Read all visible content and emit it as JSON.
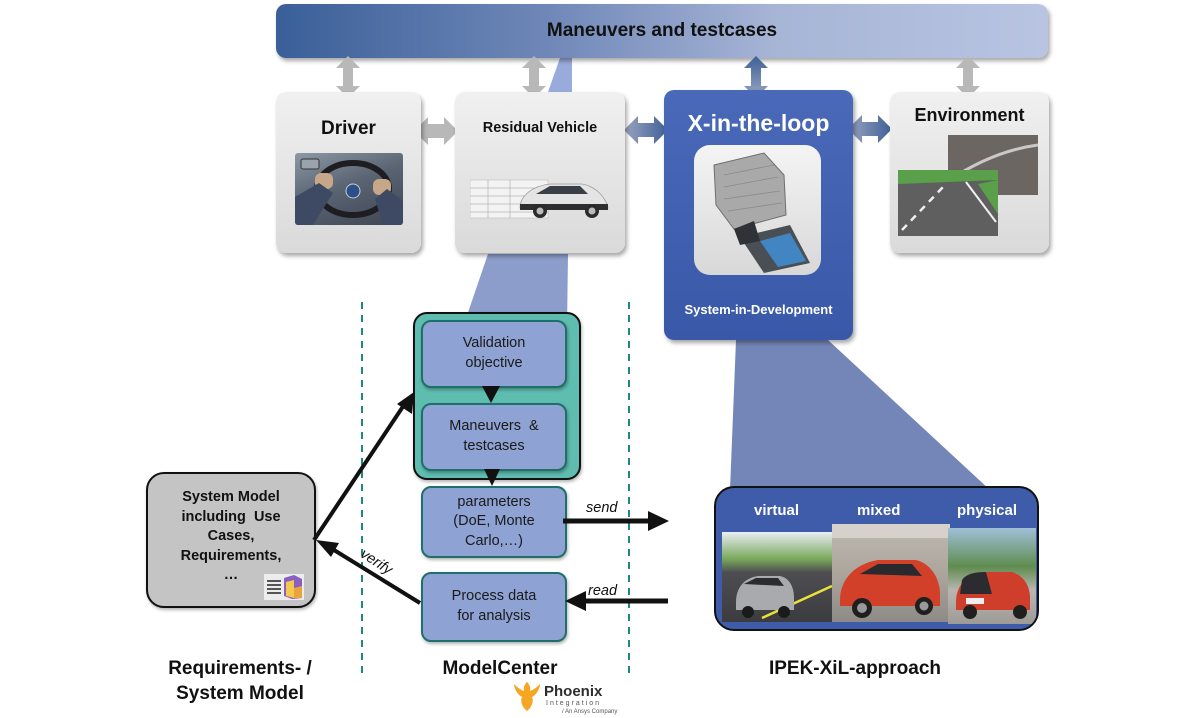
{
  "top_bar": {
    "title": "Maneuvers and testcases"
  },
  "components": {
    "driver": {
      "title": "Driver",
      "image": "driver-steering-wheel-photo"
    },
    "residual_vehicle": {
      "title": "Residual Vehicle",
      "image": "vehicle-model-car-photo"
    },
    "xil": {
      "title": "X-in-the-loop",
      "subtitle": "System-in-Development",
      "image": "ecu-hardware-photo"
    },
    "environment": {
      "title": "Environment",
      "image": "road-environment-photo"
    }
  },
  "modelcenter_flow": {
    "steps": [
      {
        "label_line1": "Validation",
        "label_line2": "objective"
      },
      {
        "label_line1": "Maneuvers  &",
        "label_line2": "testcases"
      },
      {
        "label_line1": "parameters",
        "label_line2": "(DoE, Monte",
        "label_line3": "Carlo,…)"
      },
      {
        "label_line1": "Process data",
        "label_line2": "for analysis"
      }
    ]
  },
  "system_model": {
    "lines": [
      "System Model",
      "including  Use",
      "Cases,",
      "Requirements,",
      "…"
    ],
    "logo": "sysml-logo"
  },
  "arrows": {
    "send": "send",
    "read": "read",
    "verify": "verify"
  },
  "ipek_panel": {
    "labels": [
      "virtual",
      "mixed",
      "physical"
    ]
  },
  "columns": {
    "left": {
      "line1": "Requirements- /",
      "line2": "System Model"
    },
    "middle": {
      "line1": "ModelCenter"
    },
    "right": {
      "line1": "IPEK-XiL-approach"
    }
  },
  "phoenix_logo": {
    "name": "Phoenix",
    "sub": "Integration",
    "tagline": "/ An Ansys Company"
  },
  "colors": {
    "topbar_dark": "#3a5f98",
    "topbar_light": "#b8c4e2",
    "xil_blue": "#3a58a8",
    "flow_box": "#8fa2d4",
    "flow_border": "#1f6f6a",
    "modelcenter_frame": "#5fbdb0",
    "projection": "#7d8fc4",
    "divider": "#1f8a7a",
    "phoenix_orange": "#f5a623"
  }
}
